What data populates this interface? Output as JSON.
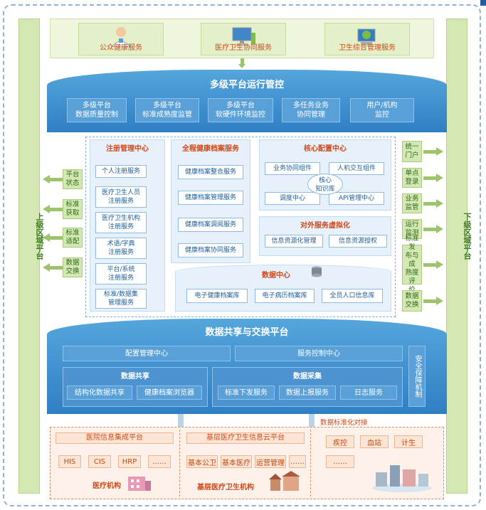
{
  "top_services": [
    "公众健康服务",
    "医疗卫生协同服务",
    "卫生综合管理服务"
  ],
  "multi_platform": {
    "title": "多级平台运行管控",
    "boxes": [
      {
        "line1": "多级平台",
        "line2": "数据质量控制"
      },
      {
        "line1": "多级平台",
        "line2": "标准成熟度监管"
      },
      {
        "line1": "多级平台",
        "line2": "软硬件环境监控"
      },
      {
        "line1": "多任务业务",
        "line2": "协同管理"
      },
      {
        "line1": "用户/机构",
        "line2": "监控"
      }
    ]
  },
  "left_platform": "上级区域平台",
  "right_platform": "下级区域平台",
  "left_buttons": [
    [
      "平台",
      "状态"
    ],
    [
      "标准",
      "获取"
    ],
    [
      "标准",
      "适配"
    ],
    [
      "数据",
      "交换"
    ]
  ],
  "right_buttons": [
    [
      "统一",
      "门户"
    ],
    [
      "单点",
      "登录"
    ],
    [
      "业务",
      "监管"
    ],
    [
      "运行",
      "监测"
    ],
    [
      "标准发",
      "布与成",
      "熟度评",
      "价"
    ],
    [
      "数据",
      "交换"
    ]
  ],
  "registry": {
    "title": "注册管理中心",
    "items": [
      [
        "个人注册服务"
      ],
      [
        "医疗卫生人员",
        "注册服务"
      ],
      [
        "医疗卫生机构",
        "注册服务"
      ],
      [
        "术语/字典",
        "注册服务"
      ],
      [
        "平台/系统",
        "注册服务"
      ],
      [
        "标准/数据集",
        "管理服务"
      ]
    ]
  },
  "ehr": {
    "title": "全程健康档案服务",
    "items": [
      "健康档案整合服务",
      "健康档案管理服务",
      "健康档案调阅服务",
      "健康档案协同服务"
    ]
  },
  "core_config": {
    "title": "核心配置中心",
    "items": [
      "业务协同组件",
      "人机交互组件",
      "调度中心",
      "API管理中心"
    ],
    "center": [
      "核心",
      "知识库"
    ]
  },
  "external": {
    "title": "对外服务虚拟化",
    "items": [
      "信息资源化管理",
      "信息资源授权"
    ]
  },
  "data_center": {
    "title": "数据中心",
    "items": [
      "电子健康档案库",
      "电子病历档案库",
      "全员人口信息库"
    ]
  },
  "exchange": {
    "title": "数据共享与交换平台",
    "config": "配置管理中心",
    "control": "服务控制中心",
    "security": "安全保障机制",
    "share_title": "数据共享",
    "share_items": [
      "结构化数据共享",
      "健康档案浏览器"
    ],
    "collect_title": "数据采集",
    "collect_items": [
      "标准下发服务",
      "数据上报服务",
      "日志服务"
    ]
  },
  "std_interface": "数据标准化对接",
  "bottom": {
    "hospital_platform": "医院信息集成平台",
    "hospital_systems": [
      "HIS",
      "CIS",
      "HRP",
      "……"
    ],
    "hospital_label": "医疗机构",
    "primary_platform": "基层医疗卫生信息云平台",
    "primary_systems": [
      "基本公卫",
      "基本医疗",
      "运营管理",
      "……"
    ],
    "primary_label": "基层医疗卫生机构",
    "public_systems": [
      "疾控",
      "血站",
      "计生",
      "……"
    ]
  },
  "colors": {
    "green": "#9cc46b",
    "blue": "#2f7fc4",
    "orange": "#d04a1a"
  }
}
